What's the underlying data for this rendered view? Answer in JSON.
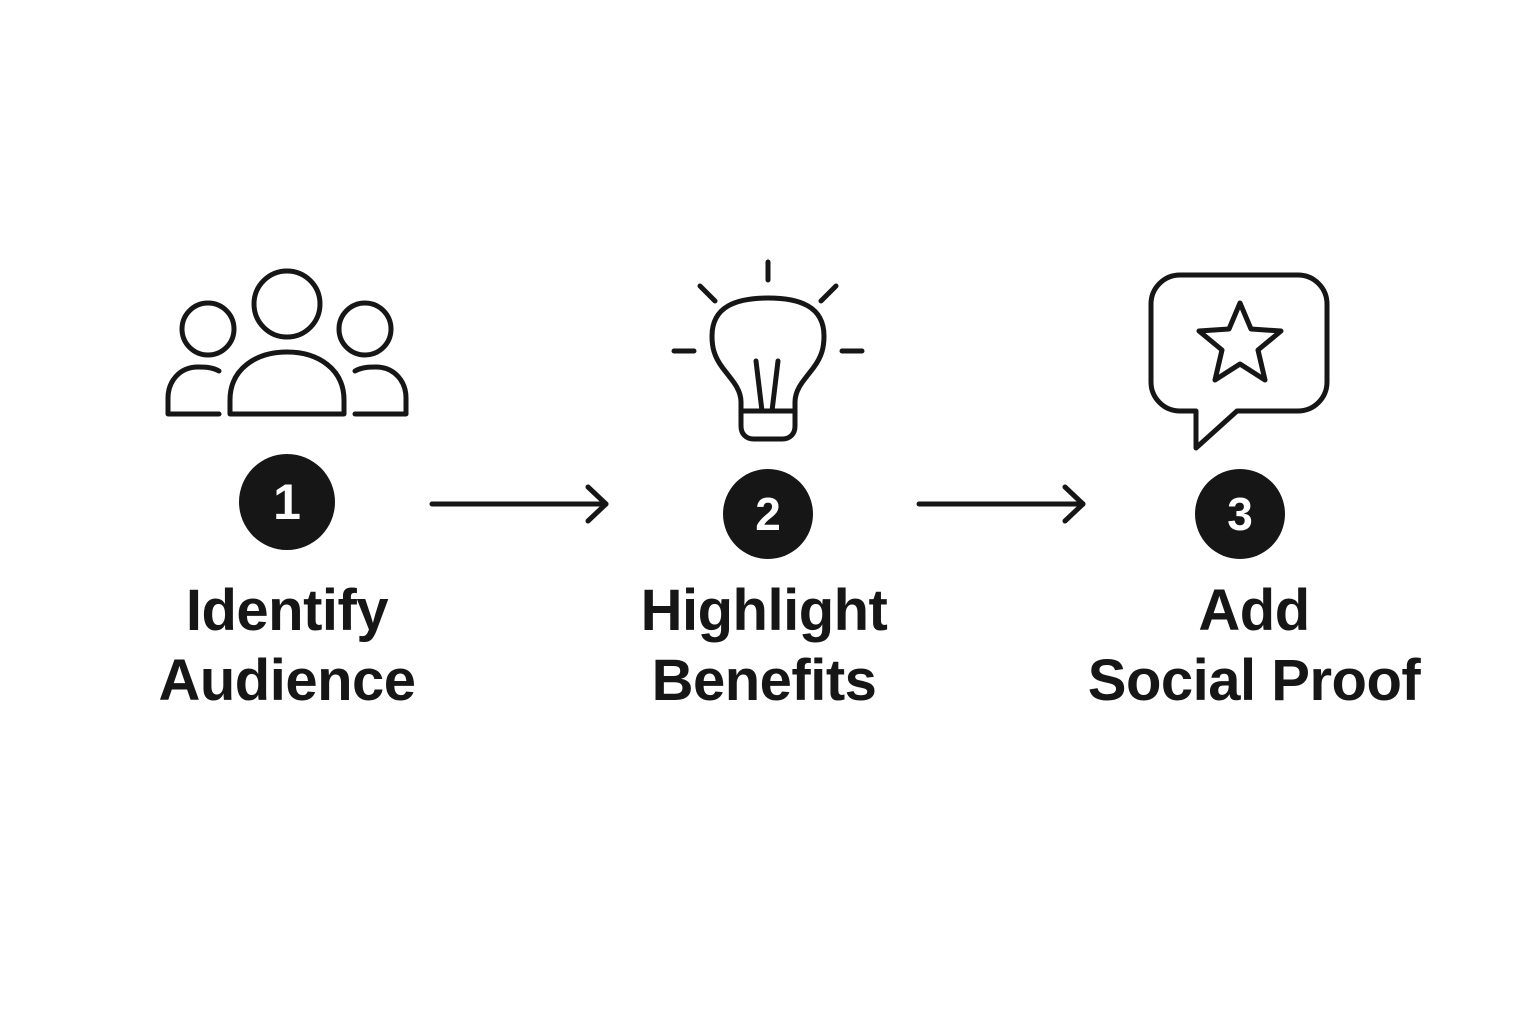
{
  "colors": {
    "ink": "#161616",
    "background": "#ffffff",
    "badge_text": "#ffffff"
  },
  "steps": [
    {
      "number": "1",
      "icon": "people-group-icon",
      "label_lines": [
        "Identify",
        "Audience"
      ]
    },
    {
      "number": "2",
      "icon": "lightbulb-icon",
      "label_lines": [
        "Highlight",
        "Benefits"
      ]
    },
    {
      "number": "3",
      "icon": "star-chat-bubble-icon",
      "label_lines": [
        "Add",
        "Social Proof"
      ]
    }
  ],
  "connectors": [
    {
      "from": "1",
      "to": "2",
      "icon": "arrow-right-icon"
    },
    {
      "from": "2",
      "to": "3",
      "icon": "arrow-right-icon"
    }
  ]
}
